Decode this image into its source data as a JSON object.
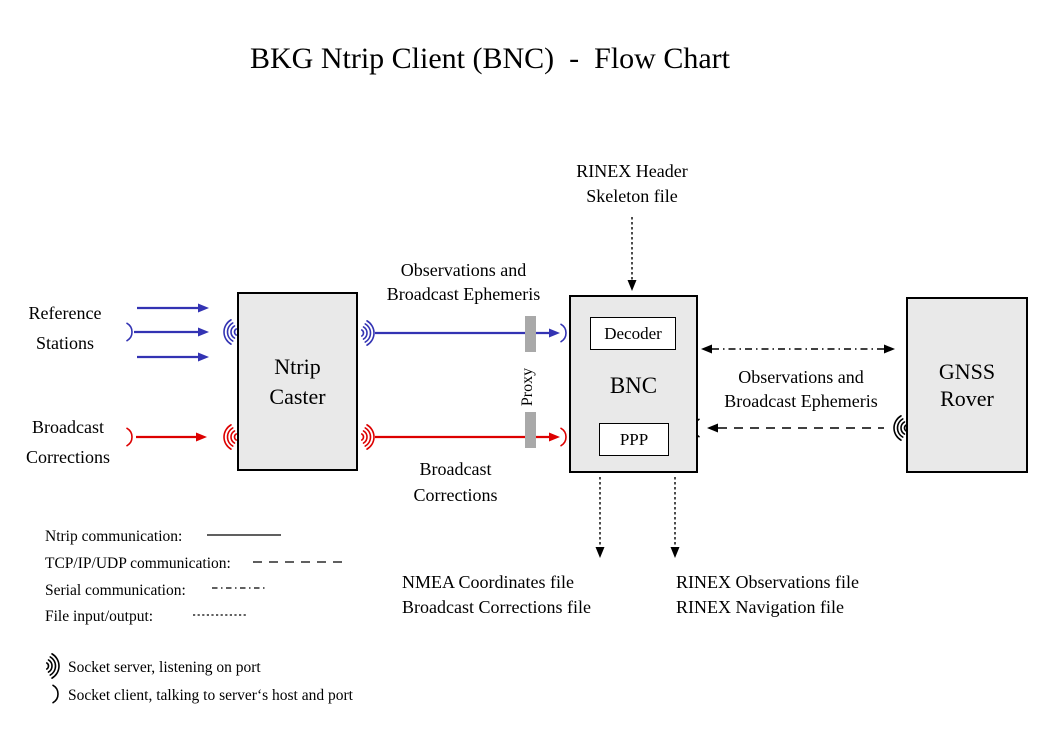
{
  "title": "BKG Ntrip Client (BNC)  -  Flow Chart",
  "nodes": {
    "ntrip_caster": {
      "line1": "Ntrip",
      "line2": "Caster"
    },
    "bnc": {
      "label": "BNC",
      "decoder": "Decoder",
      "ppp": "PPP"
    },
    "gnss_rover": {
      "line1": "GNSS",
      "line2": "Rover"
    }
  },
  "annotations": {
    "rinex_header": {
      "line1": "RINEX Header",
      "line2": "Skeleton file"
    },
    "reference_stations": {
      "line1": "Reference",
      "line2": "Stations"
    },
    "broadcast_corrections_input": {
      "line1": "Broadcast",
      "line2": "Corrections"
    },
    "observations_mid": {
      "line1": "Observations and",
      "line2": "Broadcast Ephemeris"
    },
    "broadcast_corrections_mid": {
      "line1": "Broadcast",
      "line2": "Corrections"
    },
    "proxy": "Proxy",
    "observations_right": {
      "line1": "Observations and",
      "line2": "Broadcast Ephemeris"
    },
    "nmea_output": {
      "line1": "NMEA Coordinates file",
      "line2": "Broadcast Corrections file"
    },
    "rinex_output": {
      "line1": "RINEX Observations file",
      "line2": "RINEX Navigation file"
    }
  },
  "legend": {
    "ntrip": "Ntrip communication:",
    "tcp": "TCP/IP/UDP communication:",
    "serial": "Serial communication:",
    "file": "File input/output:",
    "socket_server": "Socket server, listening on port",
    "socket_client": "Socket client, talking to server‘s host and port"
  },
  "colors": {
    "ntrip_blue": "#3333b3",
    "corrections_red": "#dd0000",
    "box_fill": "#e9e9e9",
    "proxy_bar": "#a9a9a9"
  }
}
